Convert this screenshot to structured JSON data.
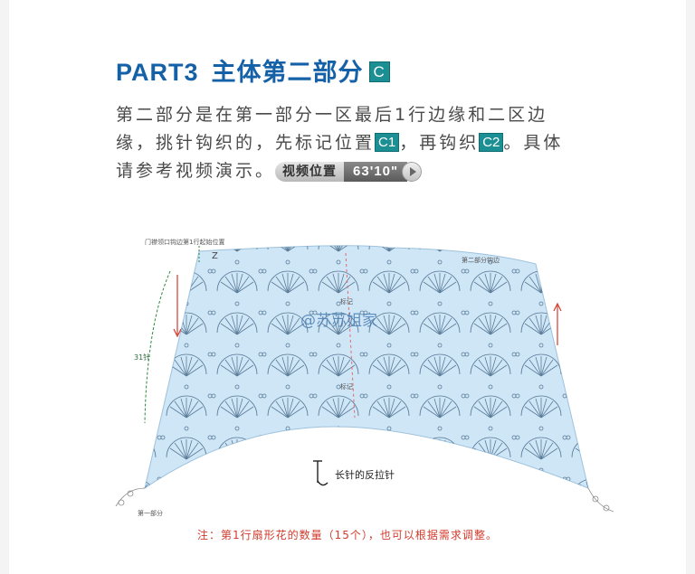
{
  "title": {
    "part": "PART3",
    "text": "主体第二部分",
    "tag": "C"
  },
  "body": {
    "line1": "第二部分是在第一部分一区最后1行边缘和二区边",
    "line2_a": "缘，挑针钩织的，先标记位置",
    "tag_c1": "C1",
    "line2_b": "，再钩织",
    "tag_c2": "C2",
    "line2_c": "。具体",
    "line3": "请参考视频演示。"
  },
  "video": {
    "label": "视频位置",
    "time": "63'10\""
  },
  "diagram": {
    "top_left_label": "门襟领口钩边第1行起始位置",
    "top_right_label": "第二部分钩边",
    "side_count": "31针",
    "watermark": "@苏苏姐家",
    "bottom_left_label": "第一部分",
    "legend_label": "长针的反拉针",
    "mid_mark_top": "标记",
    "mid_mark_bottom": "标记",
    "start_marker": "Z"
  },
  "note": "注：第1行扇形花的数量（15个），也可以根据需求调整。",
  "colors": {
    "title": "#1461a8",
    "tag": "#1c8f94",
    "fill": "#cfe6f7",
    "note": "#d23b2c",
    "arrow": "#d23b2c"
  }
}
